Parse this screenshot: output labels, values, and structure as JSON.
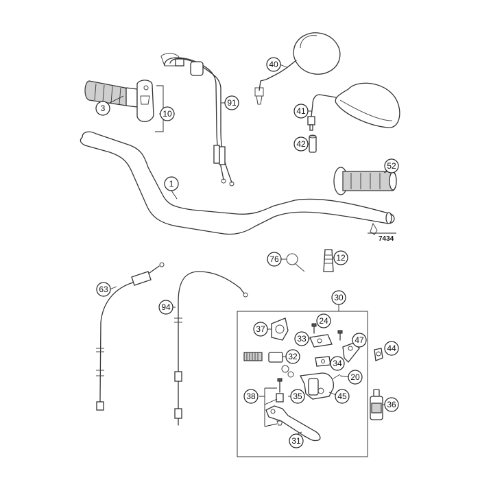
{
  "callouts": {
    "c1": "1",
    "c3": "3",
    "c10": "10",
    "c91": "91",
    "c40": "40",
    "c41": "41",
    "c42": "42",
    "c52": "52",
    "c76": "76",
    "c12": "12",
    "c63": "63",
    "c94": "94",
    "c30": "30",
    "c37": "37",
    "c24": "24",
    "c33": "33",
    "c47": "47",
    "c44": "44",
    "c32": "32",
    "c34": "34",
    "c20": "20",
    "c45": "45",
    "c38": "38",
    "c35": "35",
    "c36": "36",
    "c31": "31"
  },
  "plain_labels": {
    "ref7434": "7434"
  },
  "icons": {
    "diagram": "exploded-parts-diagram"
  }
}
